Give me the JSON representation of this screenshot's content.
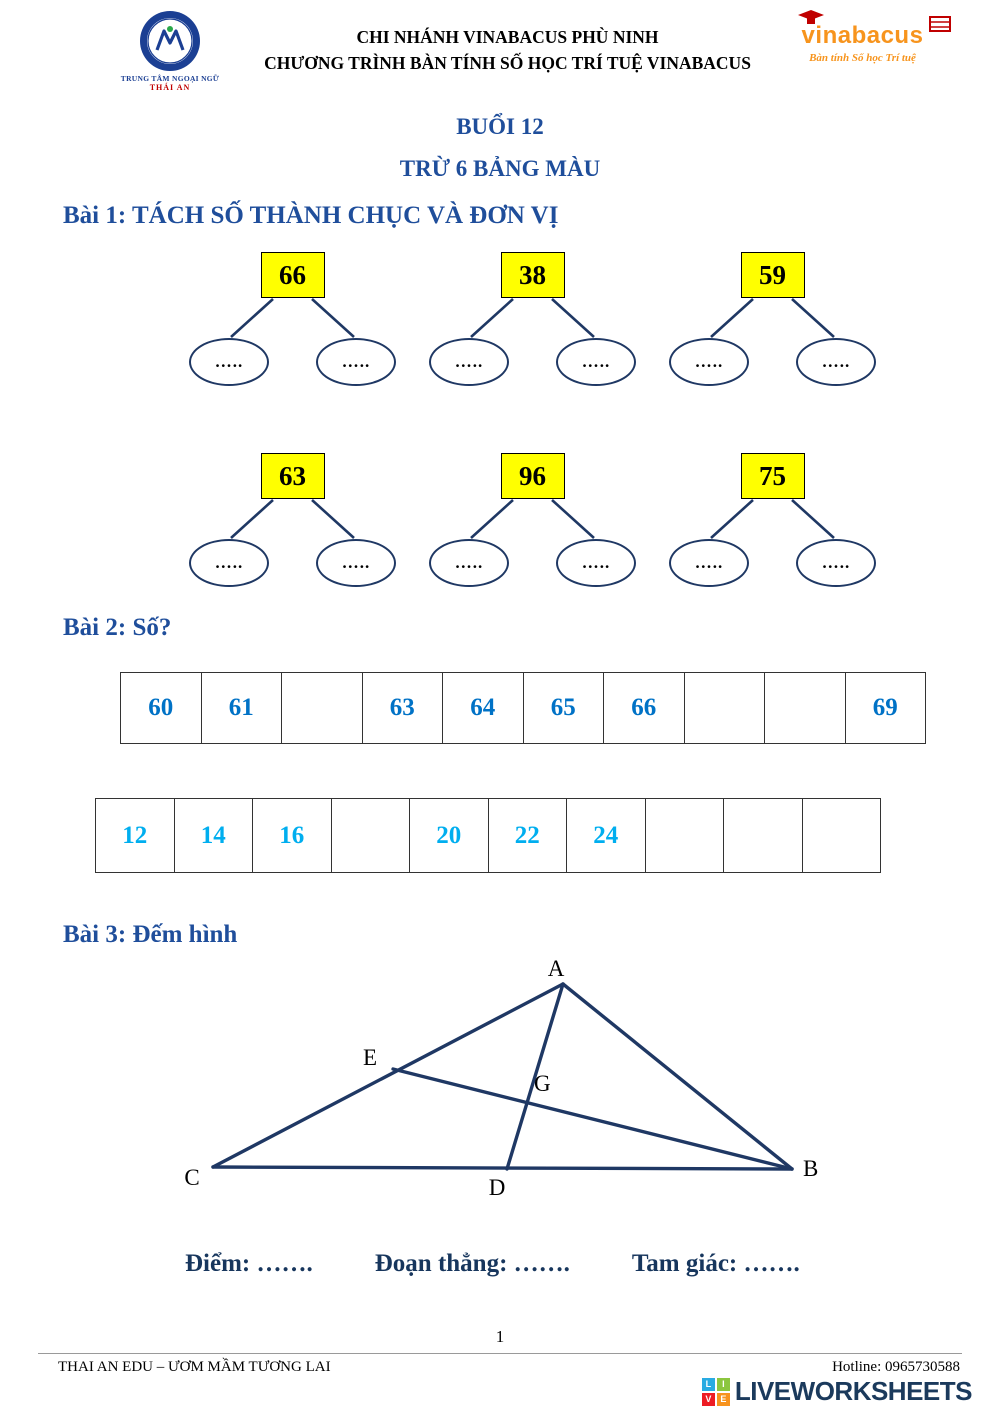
{
  "header": {
    "center_line1": "CHI NHÁNH VINABACUS PHÙ NINH",
    "center_line2": "CHƯƠNG TRÌNH BÀN TÍNH SỐ HỌC TRÍ TUỆ VINABACUS",
    "left_logo": {
      "org_line1": "TRUNG TÂM NGOẠI NGỮ",
      "org_line2": "THÁI AN"
    },
    "right_logo": {
      "brand": "vinabacus",
      "tagline": "Bàn tính Số học Trí tuệ"
    }
  },
  "title": {
    "session": "BUỔI 12",
    "topic": "TRỪ 6 BẢNG MÀU"
  },
  "bai1": {
    "heading": "Bài 1: TÁCH SỐ THÀNH CHỤC VÀ ĐƠN VỊ",
    "answer_dots": "…..",
    "rows": [
      {
        "items": [
          {
            "value": "66"
          },
          {
            "value": "38"
          },
          {
            "value": "59"
          }
        ]
      },
      {
        "items": [
          {
            "value": "63"
          },
          {
            "value": "96"
          },
          {
            "value": "75"
          }
        ]
      }
    ]
  },
  "bai2": {
    "heading": "Bài 2: Số?",
    "row1": [
      "60",
      "61",
      "",
      "63",
      "64",
      "65",
      "66",
      "",
      "",
      "69"
    ],
    "row2": [
      "12",
      "14",
      "16",
      "",
      "20",
      "22",
      "24",
      "",
      "",
      ""
    ]
  },
  "bai3": {
    "heading": "Bài 3: Đếm hình",
    "point_labels": {
      "A": "A",
      "B": "B",
      "C": "C",
      "D": "D",
      "E": "E",
      "G": "G"
    },
    "questions": {
      "points": "Điểm: …….",
      "segments": "Đoạn thẳng: …….",
      "triangles": "Tam giác: ……."
    }
  },
  "footer": {
    "page_number": "1",
    "left_text": "THAI AN EDU – ƯƠM MẦM TƯƠNG LAI",
    "hotline": "Hotline: 0965730588",
    "liveworksheets": "LIVEWORKSHEETS",
    "logo_letters": [
      "L",
      "I",
      "V",
      "E"
    ]
  },
  "colors": {
    "heading_blue": "#1F4E9B",
    "answer_navy": "#17365D",
    "table_row1_blue": "#0072C6",
    "table_row2_blue": "#00AEEF",
    "box_yellow": "#FFFF00",
    "line_navy": "#1F3864",
    "brand_orange": "#F7941D",
    "brand_red": "#C00000",
    "footer_navy": "#1B3A5C"
  }
}
